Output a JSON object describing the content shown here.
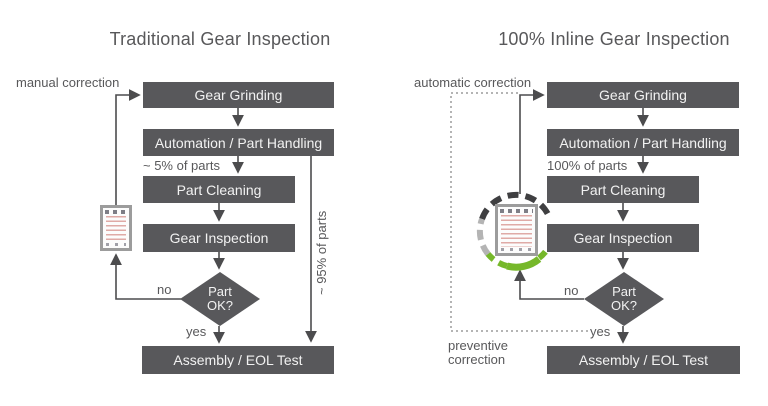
{
  "colors": {
    "box": "#58585b",
    "box_text": "#f2f2f2",
    "line": "#4c4c4e",
    "dotted": "#9b9b9b",
    "label": "#58585a",
    "green": "#76b82a",
    "gray_seg": "#b4b4b4",
    "dark_seg": "#3f3f41"
  },
  "left": {
    "title": "Traditional Gear Inspection",
    "correction_label": "manual correction",
    "share_label": "~ 5% of parts",
    "bypass_label": "~ 95% of parts",
    "boxes": {
      "grinding": "Gear Grinding",
      "automation": "Automation / Part Handling",
      "cleaning": "Part Cleaning",
      "inspection": "Gear Inspection",
      "assembly": "Assembly / EOL Test"
    },
    "decision": {
      "line1": "Part",
      "line2": "OK?"
    },
    "no": "no",
    "yes": "yes",
    "icon": "inspection-report"
  },
  "right": {
    "title": "100% Inline Gear Inspection",
    "correction_label": "automatic correction",
    "share_label": "100% of parts",
    "preventive_label": "preventive correction",
    "boxes": {
      "grinding": "Gear Grinding",
      "automation": "Automation / Part Handling",
      "cleaning": "Part Cleaning",
      "inspection": "Gear Inspection",
      "assembly": "Assembly / EOL Test"
    },
    "decision": {
      "line1": "Part",
      "line2": "OK?"
    },
    "no": "no",
    "yes": "yes",
    "icon": "inline-measurement-gauge"
  }
}
